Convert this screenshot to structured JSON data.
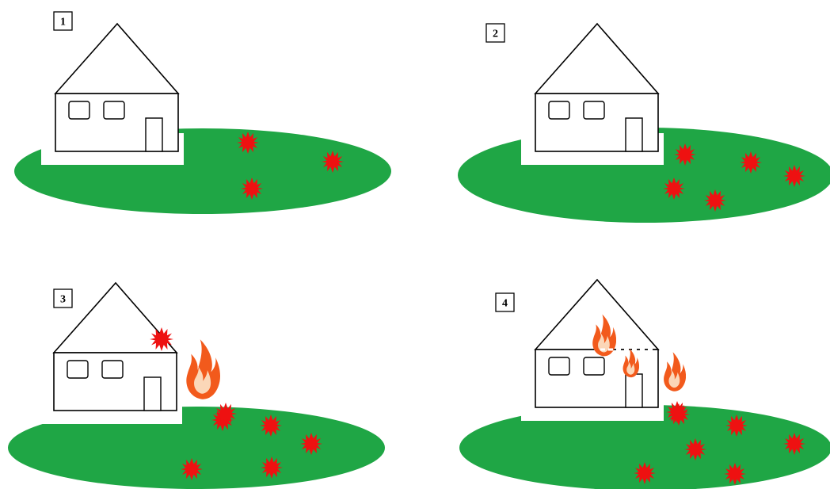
{
  "panels": [
    {
      "number": "1",
      "embers_on_lawn": 3,
      "embers_on_roof": 0,
      "flames": 0
    },
    {
      "number": "2",
      "embers_on_lawn": 5,
      "embers_on_roof": 0,
      "flames": 0
    },
    {
      "number": "3",
      "embers_on_lawn": 6,
      "embers_on_roof": 1,
      "flames": 1
    },
    {
      "number": "4",
      "embers_on_lawn": 7,
      "embers_on_roof": 0,
      "flames": 3
    }
  ],
  "colors": {
    "lawn": "#1fa645",
    "ember": "#ee1111",
    "flame_outer": "#f25a1c",
    "flame_inner": "#fbd7b8",
    "outline": "#000000",
    "background": "#ffffff"
  },
  "icons": {
    "house": "house-outline-icon",
    "ember": "ember-starburst-icon",
    "flame": "flame-icon"
  }
}
